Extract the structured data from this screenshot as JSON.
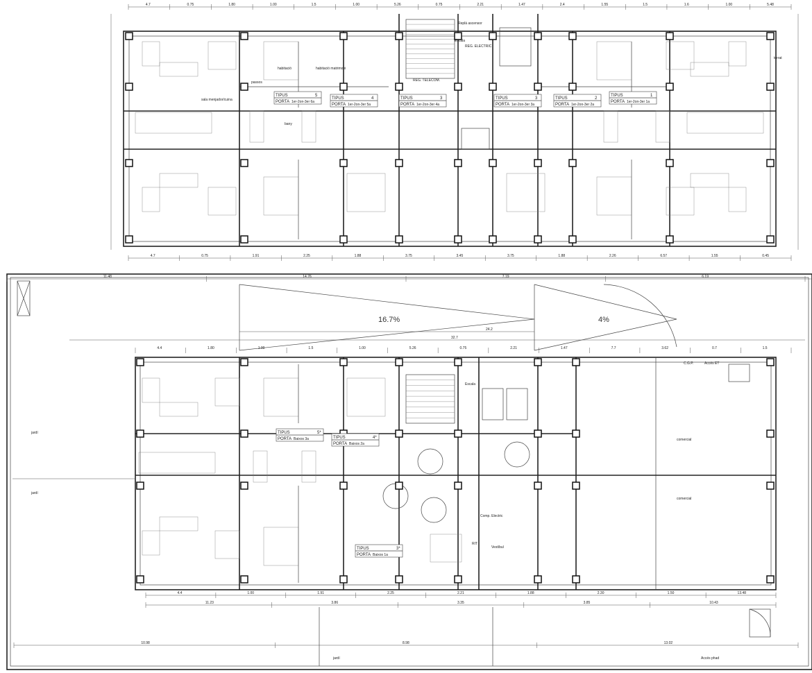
{
  "top_plan": {
    "dims_top": [
      "4.7",
      "0.75",
      "1.80",
      "1.00",
      "1.5",
      "1.00",
      "5.26",
      "0.75",
      "2.21",
      "1.47",
      "2.4",
      "1.55",
      "1.5",
      "1.6",
      "1.00",
      "5.48"
    ],
    "dims_bottom": [
      "4.7",
      "0.75",
      "1.91",
      "2.25",
      "1.88",
      "3.75",
      "3.45",
      "3.75",
      "1.88",
      "2.26",
      "6.57",
      "1.55",
      "0.45"
    ],
    "units": [
      {
        "tipus": "TIPUS",
        "num": "5",
        "porta": "PORTA",
        "door": "1er-2on-3er 6a"
      },
      {
        "tipus": "TIPUS",
        "num": "4",
        "porta": "PORTA",
        "door": "1er-2on-3er 5a"
      },
      {
        "tipus": "TIPUS",
        "num": "3",
        "porta": "PORTA",
        "door": "1er-2on-3er 4a"
      },
      {
        "tipus": "TIPUS",
        "num": "3",
        "porta": "PORTA",
        "door": "1er-2on-3er 3a"
      },
      {
        "tipus": "TIPUS",
        "num": "2",
        "porta": "PORTA",
        "door": "1er-2on-3er 2a"
      },
      {
        "tipus": "TIPUS",
        "num": "1",
        "porta": "PORTA",
        "door": "1er-2on-3er 1a"
      }
    ],
    "rooms": [
      "sala menjador/cuina",
      "habitació matrimoni",
      "habitació",
      "passos",
      "bany",
      "Escala",
      "Replà ascensor",
      "REG. ELECTRIC",
      "REG. TELECOM.",
      "terrat"
    ]
  },
  "bottom_plan": {
    "ramp_slope_1": "16.7%",
    "ramp_slope_2": "4%",
    "ramp_len_1": "24.2",
    "ramp_total": "32.7",
    "dims_top": [
      "11.48",
      "14.76",
      "7.19",
      "6.19"
    ],
    "dims_mid": [
      "4.4",
      "1.80",
      "1.00",
      "1.5",
      "1.00",
      "5.26",
      "0.75",
      "2.21",
      "1.47",
      "7.7",
      "3.62",
      "0.7",
      "1.5"
    ],
    "dims_bottom": [
      "4.4",
      "1.00",
      "1.91",
      "2.25",
      "2.21",
      "1.88",
      "2.30",
      "1.50",
      "13.48"
    ],
    "dims_bottom2": [
      "11.23",
      "3.86",
      "3.35",
      "3.85",
      "10.43"
    ],
    "dims_bottom3": [
      "10.98",
      "8.98",
      "13.02"
    ],
    "units": [
      {
        "tipus": "TIPUS",
        "num": "5*",
        "porta": "PORTA",
        "door": "Baixos 3a"
      },
      {
        "tipus": "TIPUS",
        "num": "4*",
        "porta": "PORTA",
        "door": "Baixos 2a"
      },
      {
        "tipus": "TIPUS",
        "num": "3*",
        "porta": "PORTA",
        "door": "Baixos 1a"
      }
    ],
    "rooms": [
      "jardí",
      "jardí",
      "comercial",
      "comercial",
      "Comp. Electric",
      "Vestíbul",
      "Accés ET",
      "C.G.P.",
      "Escala",
      "RIT",
      "Accés phad",
      "jardí"
    ]
  }
}
